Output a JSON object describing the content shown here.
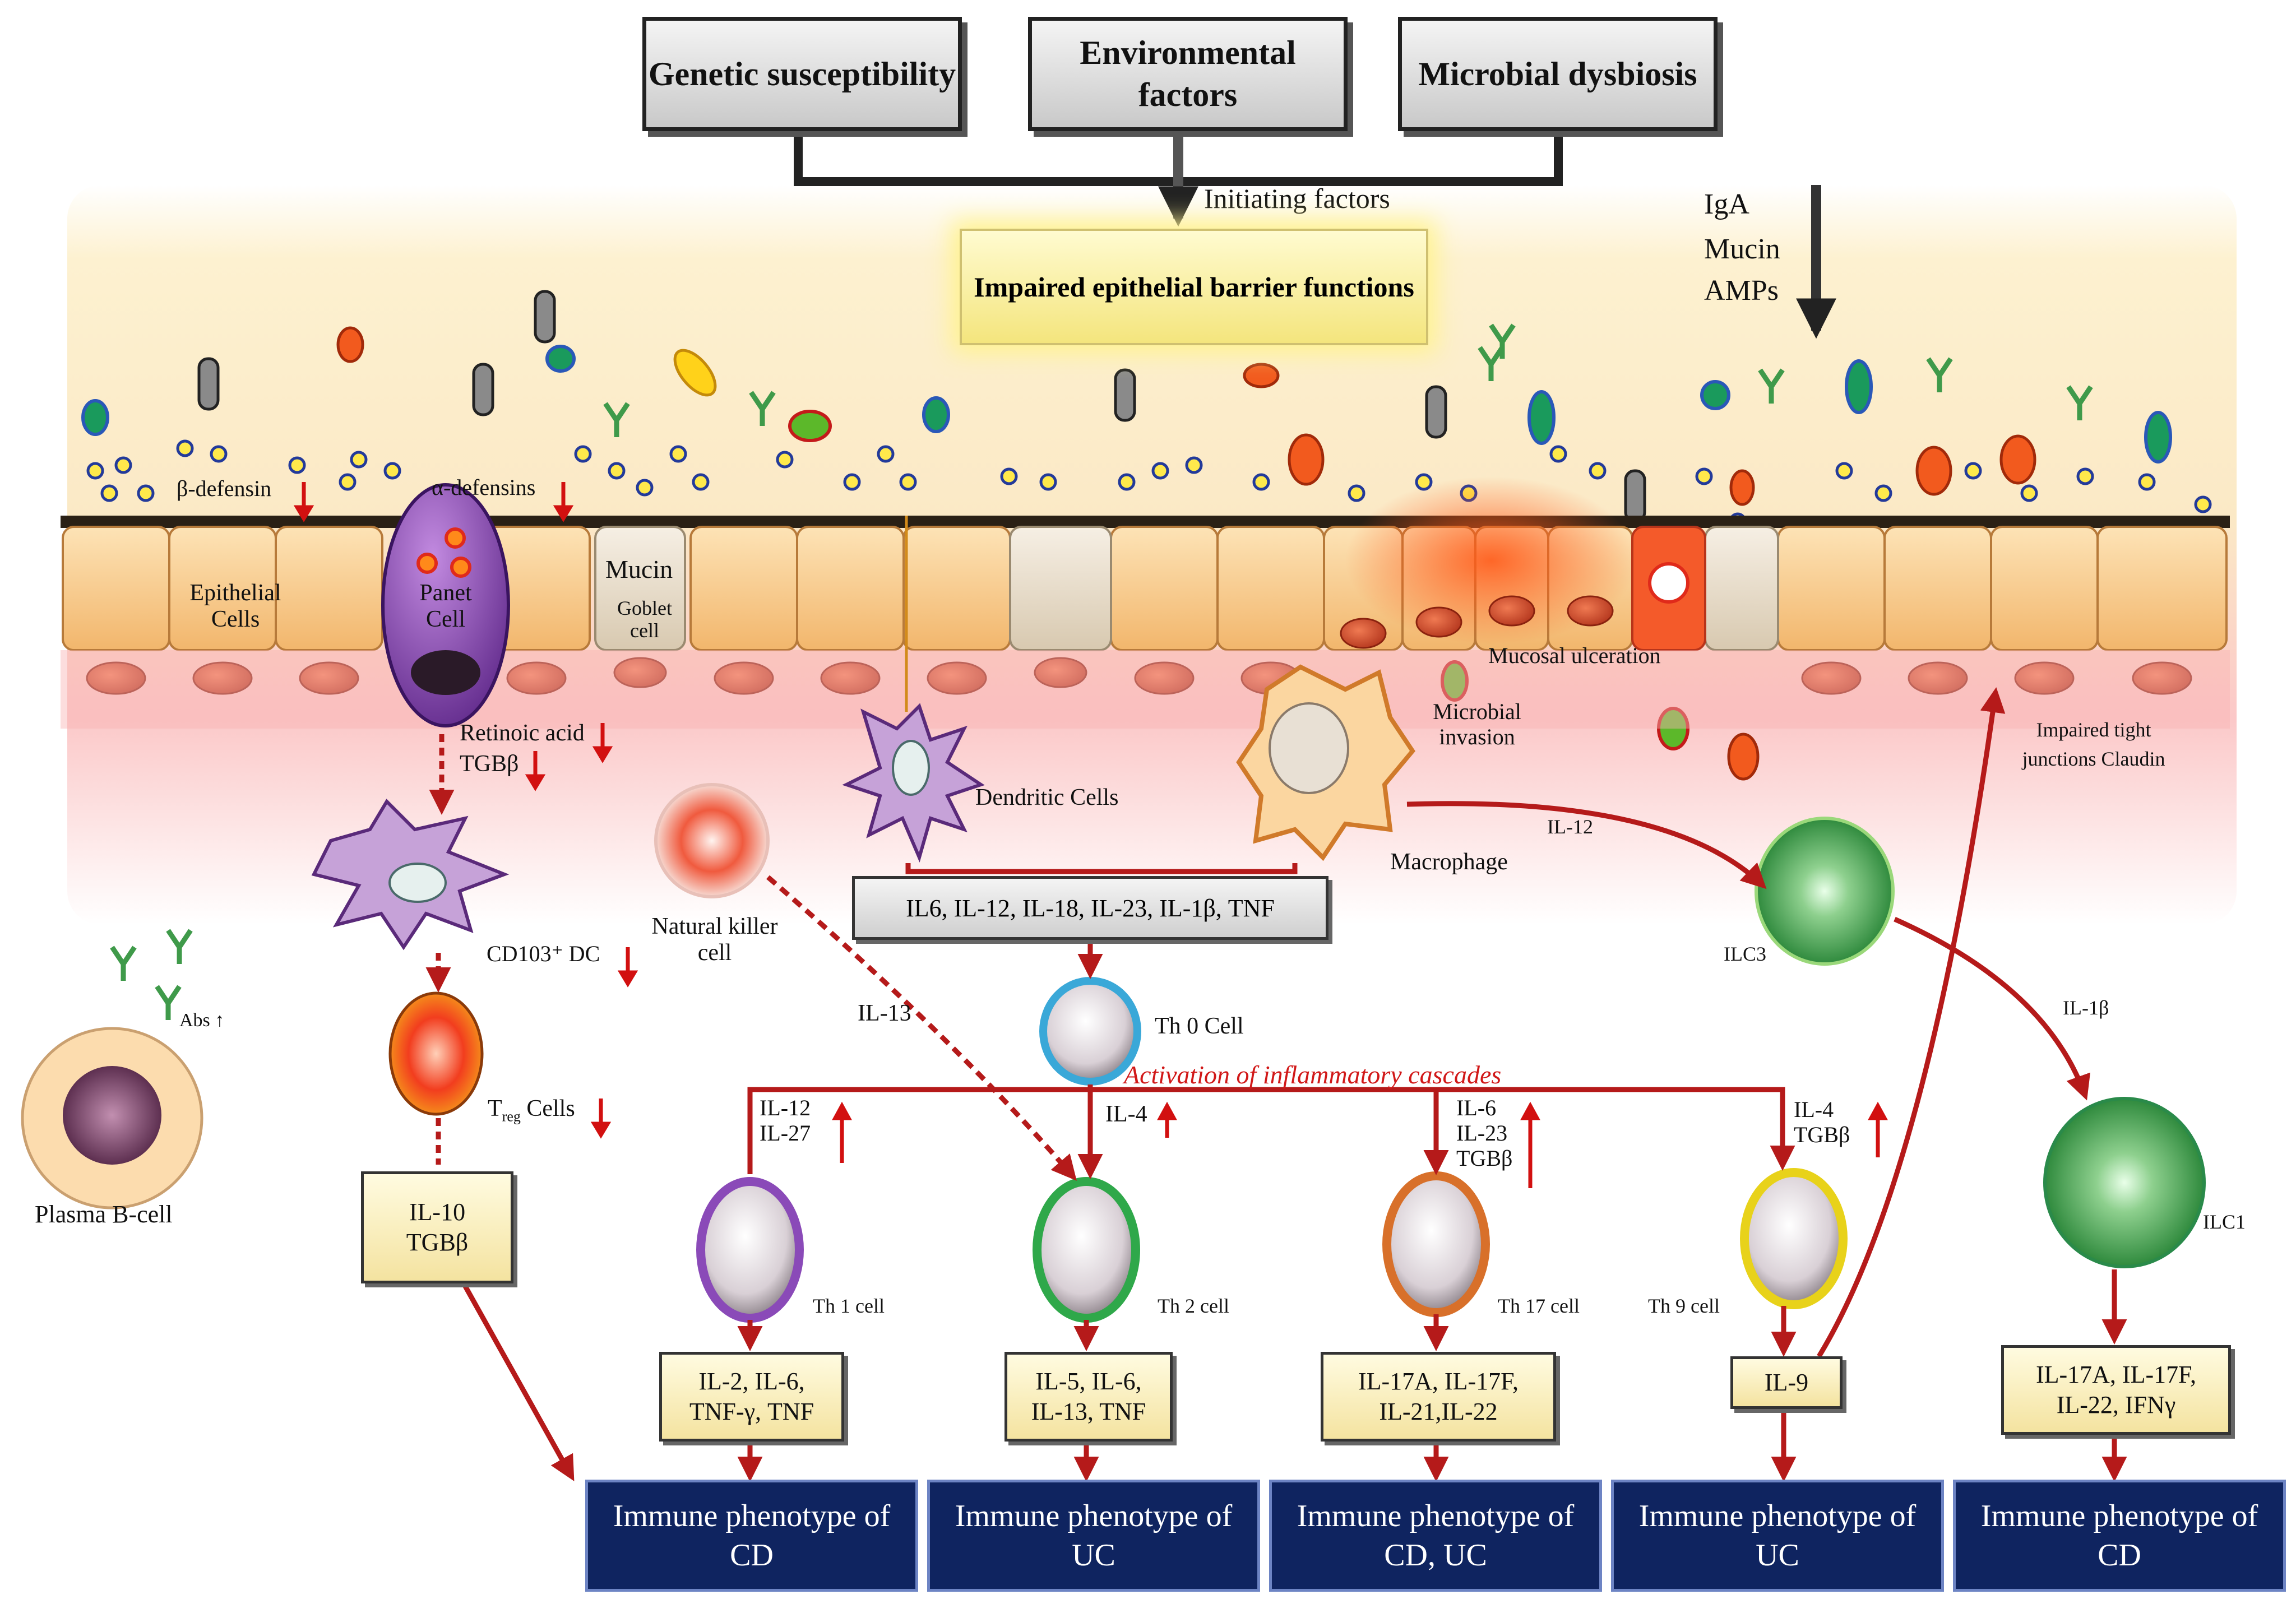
{
  "factors": {
    "genetic": "Genetic susceptibility",
    "environmental": "Environmental factors",
    "microbial": "Microbial dysbiosis",
    "initiating": "Initiating factors",
    "impaired_barrier": "Impaired epithelial barrier functions"
  },
  "lumen": {
    "iga": "IgA",
    "mucin": "Mucin",
    "amps": "AMPs"
  },
  "epithelium": {
    "beta_defensin": "β-defensin",
    "alpha_defensins": "α-defensins",
    "mucin": "Mucin",
    "epithelial_cells": "Epithelial Cells",
    "panet_cell": "Panet Cell",
    "goblet_cell": "Goblet cell",
    "mucosal_ulceration": "Mucosal ulceration",
    "microbial_invasion": "Microbial invasion",
    "tight_junctions": "Impaired tight junctions Claudin"
  },
  "cells": {
    "retinoic_acid": "Retinoic acid",
    "tgb_top": "TGBβ",
    "cd103_dc": "CD103⁺ DC",
    "treg_main": "T",
    "treg_sub": "reg",
    "treg_rest": "Cells",
    "plasma_b": "Plasma B-cell",
    "abs": "Abs ↑",
    "natural_killer": "Natural killer cell",
    "dendritic": "Dendritic Cells",
    "macrophage": "Macrophage",
    "th0": "Th 0 Cell",
    "th1": "Th 1 cell",
    "th2": "Th 2 cell",
    "th17": "Th 17 cell",
    "th9": "Th 9 cell",
    "ilc3": "ILC3",
    "ilc1": "ILC1"
  },
  "signals": {
    "cytokines_top": "IL6, IL-12, IL-18, IL-23, IL-1β, TNF",
    "il12_macro": "IL-12",
    "il1b": "IL-1β",
    "il13": "IL-13",
    "il4_th2": "IL-4",
    "activation": "Activation of inflammatory cascades",
    "th1_inputs": "IL-12\nIL-27",
    "th17_inputs": "IL-6\nIL-23\nTGBβ",
    "th9_inputs": "IL-4\nTGBβ"
  },
  "outputs": {
    "treg_out": "IL-10\nTGBβ",
    "th1_out": "IL-2, IL-6,\nTNF-γ, TNF",
    "th2_out": "IL-5, IL-6,\nIL-13, TNF",
    "th17_out": "IL-17A, IL-17F,\nIL-21,IL-22",
    "th9_out": "IL-9",
    "ilc1_out": "IL-17A, IL-17F,\nIL-22, IFNγ"
  },
  "phenotypes": [
    "Immune phenotype of CD",
    "Immune phenotype of UC",
    "Immune phenotype of CD, UC",
    "Immune phenotype of UC",
    "Immune phenotype of CD"
  ],
  "colors": {
    "arrow": "#b51a1a",
    "down_arrow": "#d21010",
    "phenotype_fill": "#0f2460",
    "cascade_text": "#d11818"
  }
}
